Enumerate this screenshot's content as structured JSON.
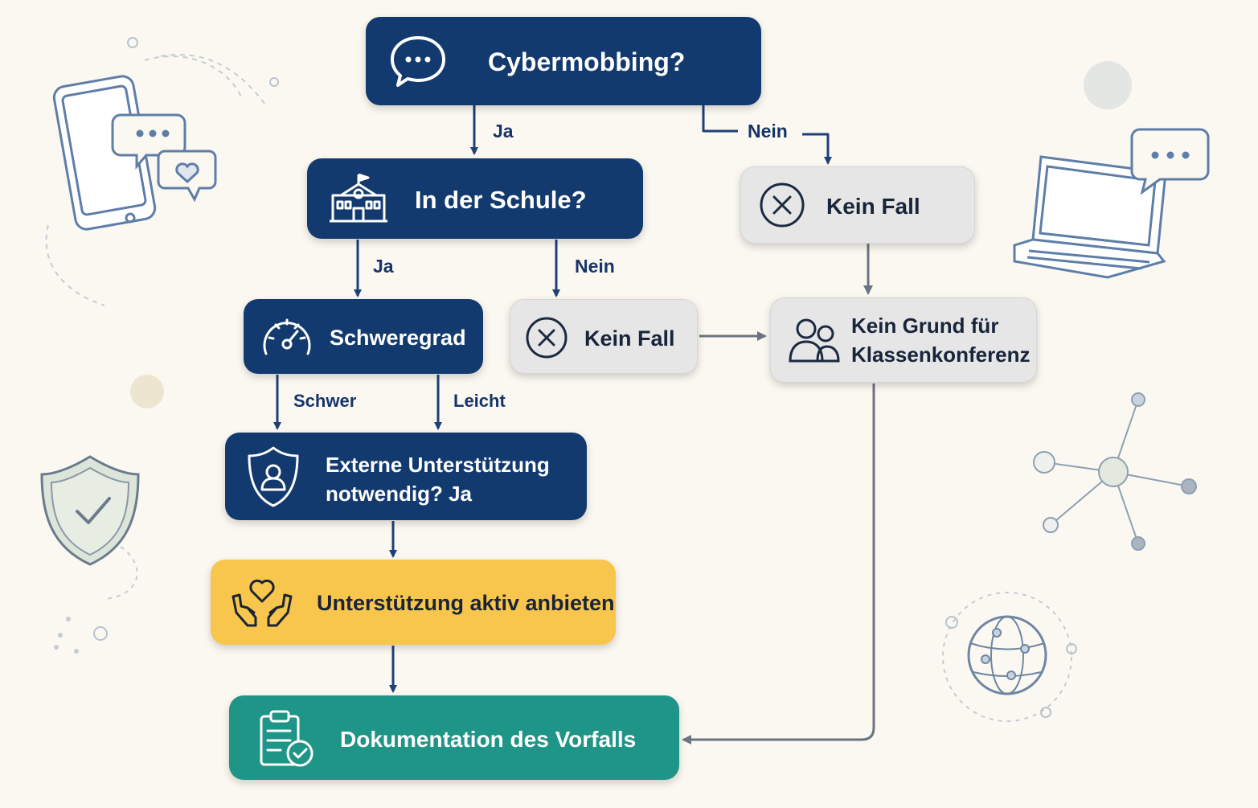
{
  "colors": {
    "navy": "#133a6e",
    "grey": "#e6e6e6",
    "yellow": "#f8c64c",
    "teal": "#1f9587",
    "arrow_navy": "#1e3f78",
    "arrow_grey": "#6b7480",
    "background": "#fbf8f1"
  },
  "nodes": {
    "cybermobbing": {
      "label": "Cybermobbing?",
      "icon": "chat-bubble-icon"
    },
    "schule": {
      "label": "In der Schule?",
      "icon": "school-building-icon"
    },
    "kein_fall_top": {
      "label": "Kein Fall",
      "icon": "x-circle-icon"
    },
    "schweregrad": {
      "label": "Schweregrad",
      "icon": "gauge-icon"
    },
    "kein_fall_mid": {
      "label": "Kein Fall",
      "icon": "x-circle-icon"
    },
    "kein_grund": {
      "label_line1": "Kein Grund für",
      "label_line2": "Klassenkonferenz",
      "icon": "people-icon"
    },
    "extern": {
      "label_line1": "Externe Unterstützung",
      "label_line2": "notwendig? Ja",
      "icon": "shield-person-icon"
    },
    "unterstuetzung": {
      "label": "Unterstützung aktiv anbieten",
      "icon": "heart-hands-icon"
    },
    "dokumentation": {
      "label": "Dokumentation des Vorfalls",
      "icon": "clipboard-check-icon"
    }
  },
  "edge_labels": {
    "ja_1": "Ja",
    "nein_1": "Nein",
    "ja_2": "Ja",
    "nein_2": "Nein",
    "schwer": "Schwer",
    "leicht": "Leicht"
  },
  "decorations": [
    "smartphone-chat-icon",
    "laptop-chat-icon",
    "shield-check-icon",
    "network-icon",
    "globe-icon"
  ]
}
